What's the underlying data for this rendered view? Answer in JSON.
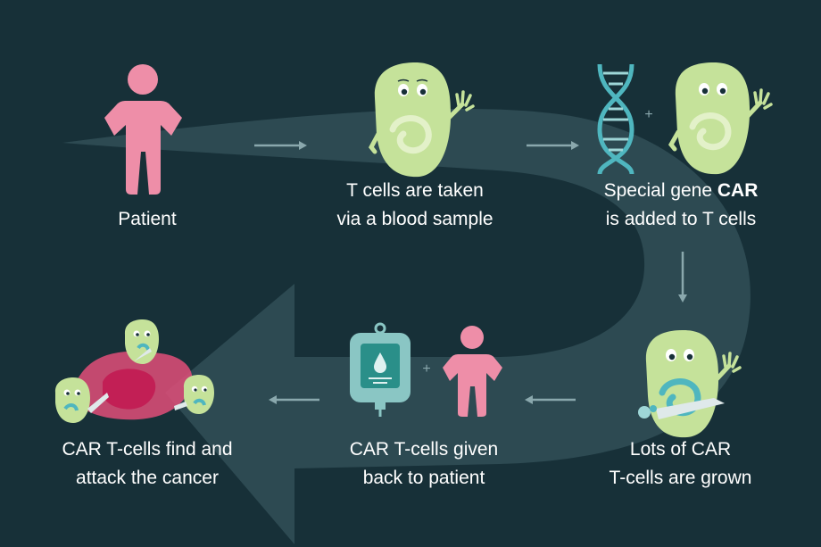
{
  "colors": {
    "background": "#173038",
    "loop_arrow": "#2d4a52",
    "patient": "#ee8ea8",
    "t_cell": "#c5e29a",
    "dna": "#4fb6bf",
    "cancer": "#e24d79",
    "iv_bag": "#8ac6c4",
    "text": "#ffffff"
  },
  "steps": [
    {
      "id": "patient",
      "icon": "patient-icon",
      "lines": [
        "Patient"
      ]
    },
    {
      "id": "t-cells-taken",
      "icon": "t-cell-icon",
      "lines": [
        "T cells are taken",
        "via a blood sample"
      ]
    },
    {
      "id": "gene-added",
      "icon": "dna-icon",
      "line1_prefix": "Special gene ",
      "line1_bold": "CAR",
      "lines": [
        "",
        "is added to T cells"
      ]
    },
    {
      "id": "cells-grown",
      "icon": "car-t-cell-icon",
      "lines": [
        "Lots of CAR",
        "T-cells are grown"
      ]
    },
    {
      "id": "cells-given-back",
      "icon": "iv-bag-icon",
      "lines": [
        "CAR T-cells given",
        "back to patient"
      ]
    },
    {
      "id": "attack-cancer",
      "icon": "cancer-cell-icon",
      "lines": [
        "CAR T-cells find and",
        "attack the cancer"
      ]
    }
  ],
  "plus_signs": [
    "+",
    "+"
  ]
}
